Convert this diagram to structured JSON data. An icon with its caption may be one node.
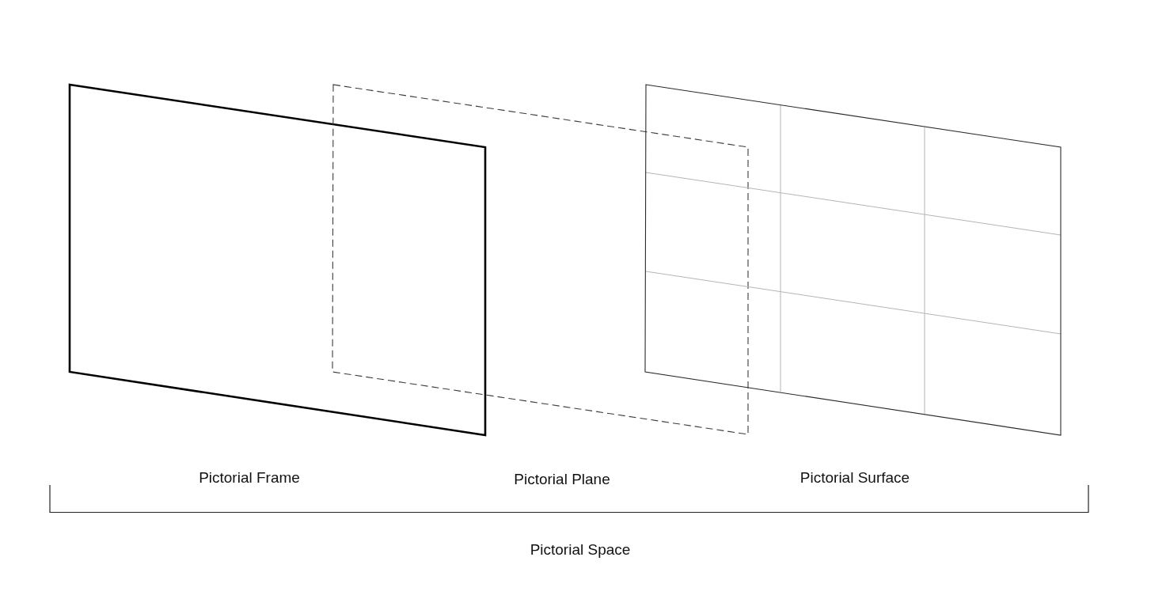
{
  "diagram": {
    "nodes": [
      {
        "text": [
          "Pictorial Frame"
        ]
      },
      {
        "text": [
          "Pictorial Plane"
        ]
      },
      {
        "text": [
          "Pictorial Surface"
        ]
      }
    ],
    "labels": [
      "Pictorial Space"
    ]
  }
}
